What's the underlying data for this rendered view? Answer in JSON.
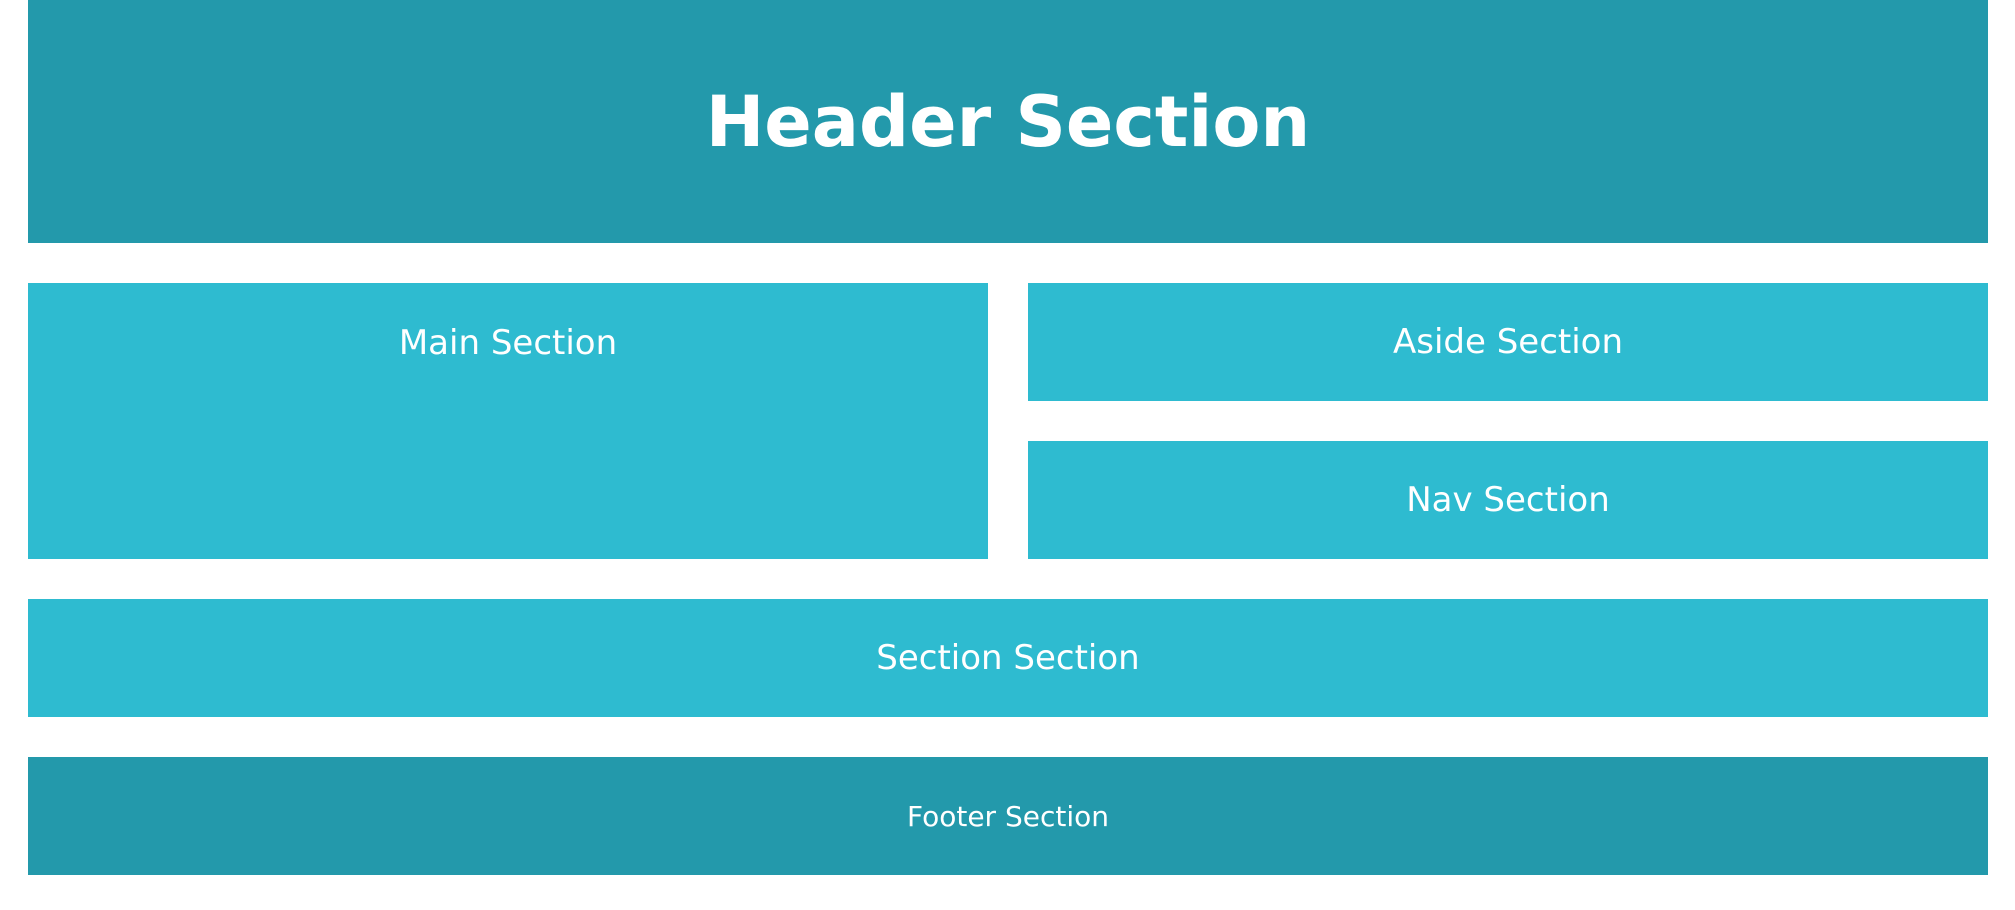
{
  "header": {
    "title": "Header Section"
  },
  "main": {
    "label": "Main Section"
  },
  "aside": {
    "label": "Aside Section"
  },
  "nav": {
    "label": "Nav Section"
  },
  "section": {
    "label": "Section Section"
  },
  "footer": {
    "label": "Footer Section"
  },
  "colors": {
    "dark_block": "#2399ab",
    "light_block": "#2ebbd0",
    "text": "#ffffff",
    "background": "#ffffff"
  }
}
